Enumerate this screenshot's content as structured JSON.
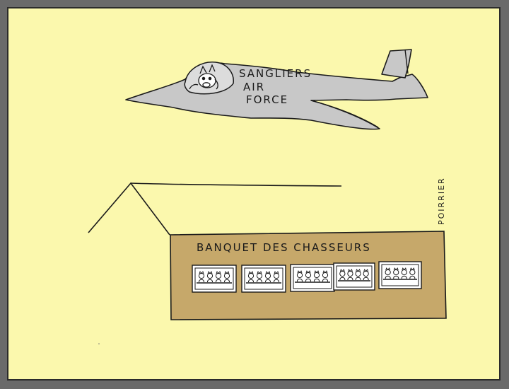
{
  "cartoon": {
    "plane_text": {
      "line1": "SANGLIERS",
      "line2": "AIR",
      "line3": "FORCE"
    },
    "building_sign": "BANQUET DES CHASSEURS",
    "signature": "POIRRIER"
  },
  "colors": {
    "background": "#fbf8ad",
    "frame": "#5f5f5f",
    "plane": "#c8c8c8",
    "building": "#c6a86a",
    "outline": "#1a1a1a"
  },
  "icons": {
    "boar_pilot": "boar-pilot-icon",
    "banquet_guests": "guests-icon"
  }
}
